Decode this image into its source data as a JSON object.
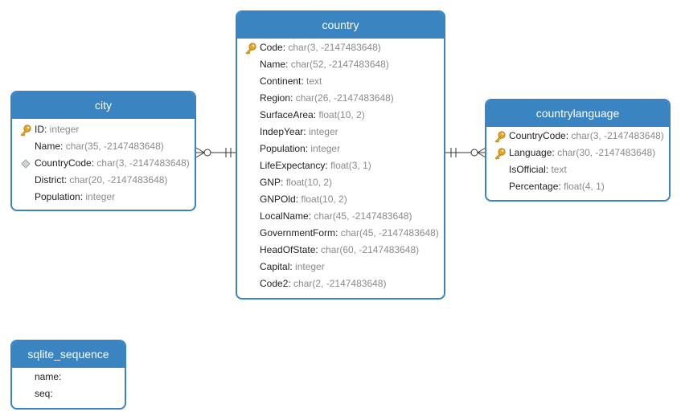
{
  "colors": {
    "header": "#3a84c2",
    "border": "#3a84c2",
    "type_text": "#8a8a8a",
    "key": "#e8a620"
  },
  "entities": {
    "city": {
      "title": "city",
      "fields": [
        {
          "name": "ID",
          "type": "integer",
          "icon": "primary-key-icon"
        },
        {
          "name": "Name",
          "type": "char(35, -2147483648)",
          "icon": ""
        },
        {
          "name": "CountryCode",
          "type": "char(3, -2147483648)",
          "icon": "foreign-key-icon"
        },
        {
          "name": "District",
          "type": "char(20, -2147483648)",
          "icon": ""
        },
        {
          "name": "Population",
          "type": "integer",
          "icon": ""
        }
      ]
    },
    "country": {
      "title": "country",
      "fields": [
        {
          "name": "Code",
          "type": "char(3, -2147483648)",
          "icon": "primary-key-icon"
        },
        {
          "name": "Name",
          "type": "char(52, -2147483648)",
          "icon": ""
        },
        {
          "name": "Continent",
          "type": "text",
          "icon": ""
        },
        {
          "name": "Region",
          "type": "char(26, -2147483648)",
          "icon": ""
        },
        {
          "name": "SurfaceArea",
          "type": "float(10, 2)",
          "icon": ""
        },
        {
          "name": "IndepYear",
          "type": "integer",
          "icon": ""
        },
        {
          "name": "Population",
          "type": "integer",
          "icon": ""
        },
        {
          "name": "LifeExpectancy",
          "type": "float(3, 1)",
          "icon": ""
        },
        {
          "name": "GNP",
          "type": "float(10, 2)",
          "icon": ""
        },
        {
          "name": "GNPOld",
          "type": "float(10, 2)",
          "icon": ""
        },
        {
          "name": "LocalName",
          "type": "char(45, -2147483648)",
          "icon": ""
        },
        {
          "name": "GovernmentForm",
          "type": "char(45, -2147483648)",
          "icon": ""
        },
        {
          "name": "HeadOfState",
          "type": "char(60, -2147483648)",
          "icon": ""
        },
        {
          "name": "Capital",
          "type": "integer",
          "icon": ""
        },
        {
          "name": "Code2",
          "type": "char(2, -2147483648)",
          "icon": ""
        }
      ]
    },
    "countrylanguage": {
      "title": "countrylanguage",
      "fields": [
        {
          "name": "CountryCode",
          "type": "char(3, -2147483648)",
          "icon": "primary-key-icon"
        },
        {
          "name": "Language",
          "type": "char(30, -2147483648)",
          "icon": "primary-key-icon"
        },
        {
          "name": "IsOfficial",
          "type": "text",
          "icon": ""
        },
        {
          "name": "Percentage",
          "type": "float(4, 1)",
          "icon": ""
        }
      ]
    },
    "sqlite_sequence": {
      "title": "sqlite_sequence",
      "fields": [
        {
          "name": "name",
          "type": "",
          "icon": ""
        },
        {
          "name": "seq",
          "type": "",
          "icon": ""
        }
      ]
    }
  }
}
